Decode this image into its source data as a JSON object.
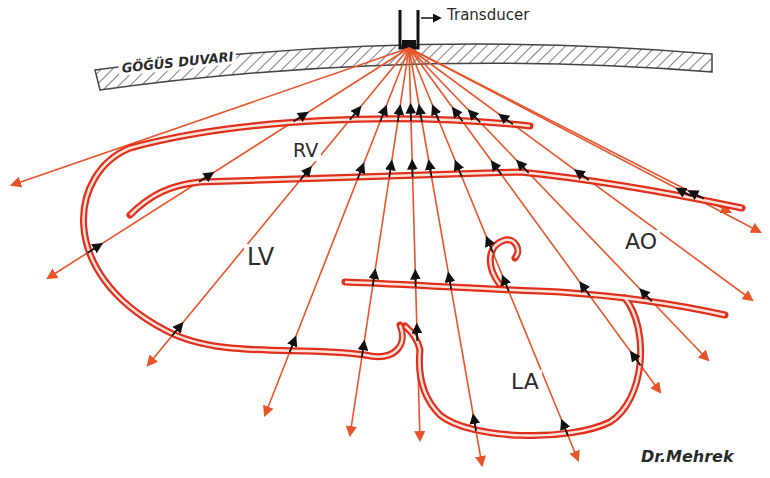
{
  "diagram": {
    "labels": [
      "Transducer",
      "GÖĞÜS DUVARI",
      "RV",
      "LV",
      "AO",
      "LA",
      "Dr.Mehrek"
    ]
  }
}
